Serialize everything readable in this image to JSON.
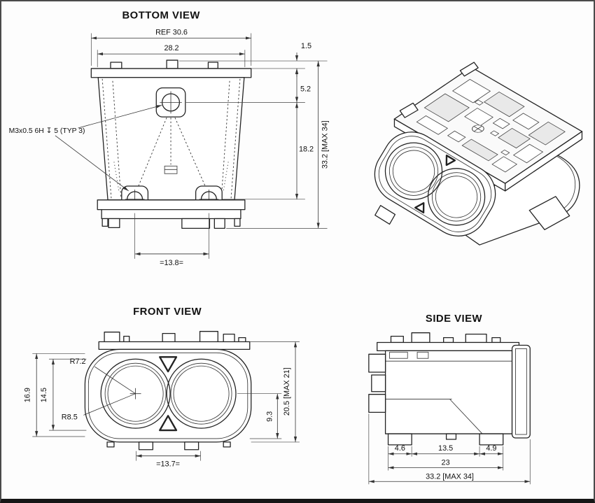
{
  "drawing": {
    "background_color": "#ffffff",
    "line_color": "#222222",
    "views": {
      "bottom": {
        "title": "BOTTOM VIEW",
        "dims": {
          "ref_width": "REF 30.6",
          "body_width": "28.2",
          "flange_offset": "1.5",
          "hole_top_offset": "5.2",
          "hole_vertical_spacing": "18.2",
          "overall_height": "33.2 [MAX 34]",
          "thread_callout": "M3x0.5 6H ↧ 5 (TYP 3)",
          "hole_horizontal_spacing": "=13.8="
        }
      },
      "front": {
        "title": "FRONT VIEW",
        "dims": {
          "radius_inner": "R7.2",
          "radius_outer": "R8.5",
          "height_outer": "16.9",
          "height_inner": "14.5",
          "lens_center_to_base": "9.3",
          "overall_height": "20.5 [MAX 21]",
          "hole_spacing": "=13.7="
        }
      },
      "side": {
        "title": "SIDE VIEW",
        "dims": {
          "foot_left_width": "4.6",
          "foot_gap": "13.5",
          "foot_right_width": "4.9",
          "foot_span": "23",
          "overall_length": "33.2 [MAX 34]"
        }
      }
    }
  }
}
